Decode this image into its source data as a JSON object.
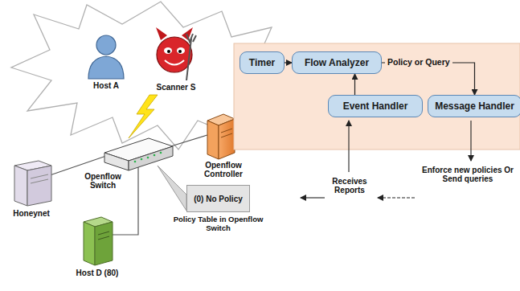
{
  "diagram": {
    "nodes": [
      {
        "text": [
          "Timer"
        ]
      },
      {
        "text": [
          "Flow Analyzer"
        ]
      },
      {
        "text": [
          "Event Handler"
        ]
      },
      {
        "text": [
          "Message Handler"
        ]
      },
      {
        "text": [
          "(0) No Policy",
          "Policy Table in Openflow Switch"
        ]
      }
    ],
    "edges": [
      {
        "from": 0,
        "to": 1,
        "arrow": "to"
      },
      {
        "from": 1,
        "to": 3,
        "label": "Policy or Query",
        "arrow": "to"
      },
      {
        "from": 2,
        "to": 1,
        "arrow": "to"
      }
    ],
    "labels": [
      "Host A",
      "Scanner S",
      "Openflow Switch",
      "Honeynet",
      "Host D (80)",
      "Openflow Controller",
      "Receives Reports",
      "Enforce new policies Or Send queries"
    ]
  }
}
